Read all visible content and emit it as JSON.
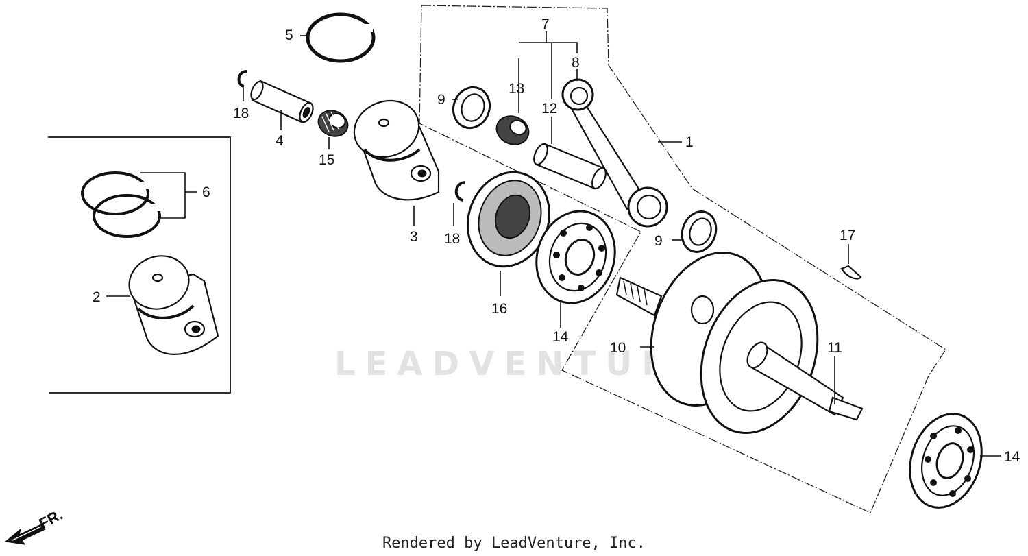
{
  "callouts": {
    "c1": "1",
    "c2": "2",
    "c3": "3",
    "c4": "4",
    "c5": "5",
    "c6": "6",
    "c7": "7",
    "c8": "8",
    "c9a": "9",
    "c9b": "9",
    "c10": "10",
    "c11": "11",
    "c12": "12",
    "c13": "13",
    "c14a": "14",
    "c14b": "14",
    "c15": "15",
    "c16": "16",
    "c17": "17",
    "c18a": "18",
    "c18b": "18"
  },
  "front_arrow": {
    "label": "FR."
  },
  "watermark": "LEADVENTURE",
  "footer": "Rendered by LeadVenture, Inc.",
  "icons": [
    "front-direction-arrow-icon"
  ]
}
